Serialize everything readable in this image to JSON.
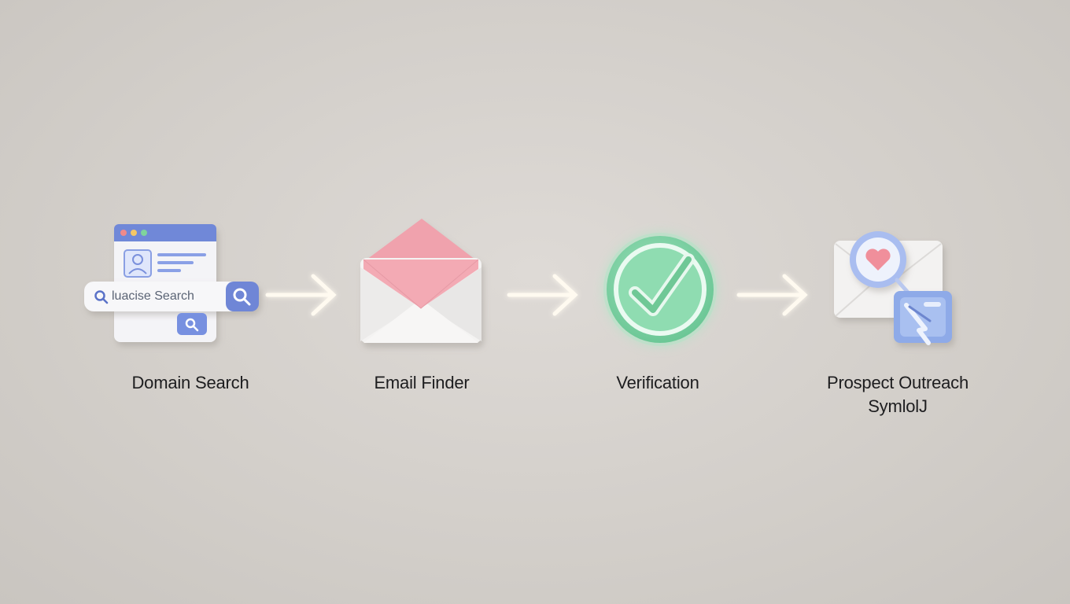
{
  "steps": [
    {
      "label": "Domain Search",
      "icon": "browser-search-icon"
    },
    {
      "label": "Email Finder",
      "icon": "envelope-icon"
    },
    {
      "label": "Verification",
      "icon": "checkmark-circle-icon"
    },
    {
      "label": "Prospect Outreach\nSymlolJ",
      "icon": "outreach-envelope-icon"
    }
  ],
  "search_bar": {
    "text": "luacise Search"
  },
  "colors": {
    "background": "#d6d2cd",
    "browser_bar": "#6f86d6",
    "envelope_flap": "#f2a3ae",
    "check_green": "#7ed3a5",
    "arrow_glow": "#fff8e6"
  }
}
